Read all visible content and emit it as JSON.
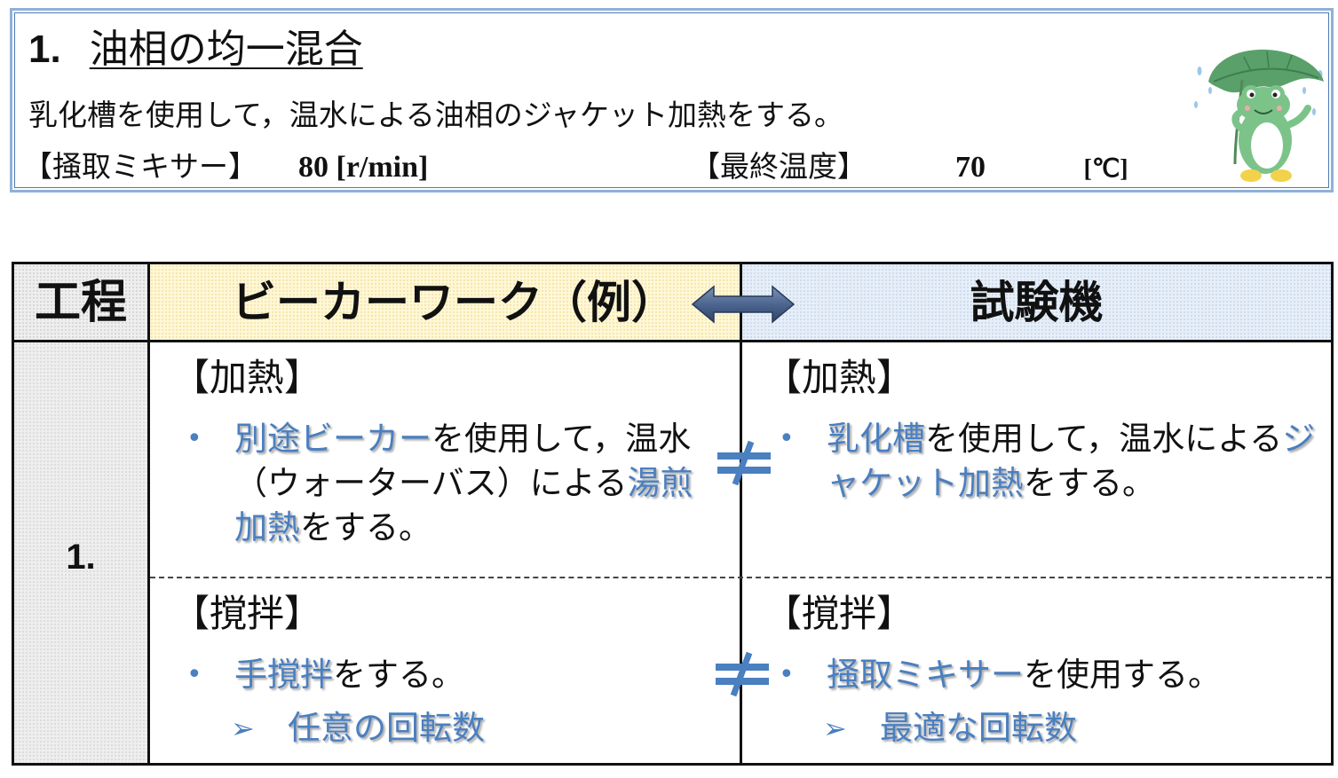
{
  "top": {
    "step_number": "1.",
    "title": "油相の均一混合",
    "description": "乳化槽を使用して，温水による油相のジャケット加熱をする。",
    "mixer_label": "【掻取ミキサー】",
    "mixer_value": "80 [r/min]",
    "temp_label": "【最終温度】",
    "temp_value": "70",
    "temp_unit": "[℃]"
  },
  "table": {
    "header_step": "工程",
    "header_beaker": "ビーカーワーク（例）",
    "header_tester": "試験機",
    "step_number": "1.",
    "beaker": {
      "heating_heading": "【加熱】",
      "heating_hl1": "別途ビーカー",
      "heating_t1": "を使用して，温水（ウォーターバス）による",
      "heating_hl2": "湯煎加熱",
      "heating_t2": "をする。",
      "stirring_heading": "【撹拌】",
      "stirring_hl": "手撹拌",
      "stirring_t": "をする。",
      "stirring_sub": "任意の回転数"
    },
    "tester": {
      "heating_heading": "【加熱】",
      "heating_hl1": "乳化槽",
      "heating_t1": "を使用して，温水による",
      "heating_hl2": "ジャケット加熱",
      "heating_t2": "をする。",
      "stirring_heading": "【撹拌】",
      "stirring_hl": "掻取ミキサー",
      "stirring_t": "を使用する。",
      "stirring_sub": "最適な回転数"
    },
    "bullet_glyph": "•",
    "arrow_glyph": "➢"
  },
  "colors": {
    "accent_blue": "#4a7fc0",
    "beaker_header_bg": "#fff7d6",
    "tester_header_bg": "#e6eef8",
    "step_bg": "#eeeeee",
    "box_border": "#8fb1d8"
  },
  "icons": {
    "frog": "frog-with-leaf-umbrella-icon",
    "double_arrow": "double-arrow-icon",
    "not_equal": "not-equal-icon"
  }
}
